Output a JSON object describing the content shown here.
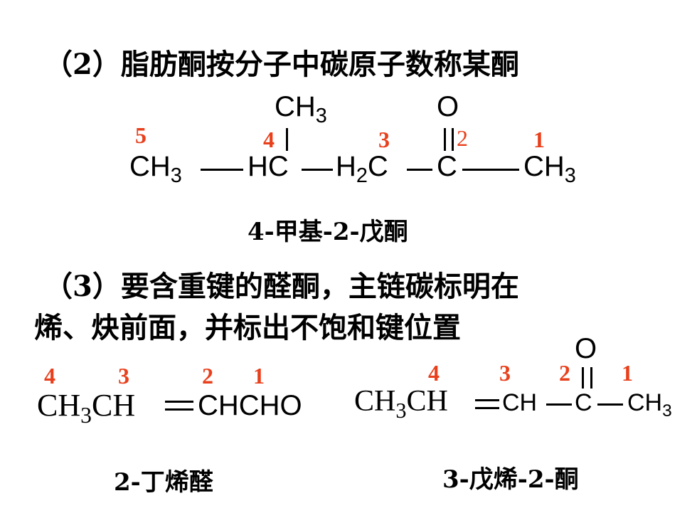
{
  "section2": {
    "heading": "（2）脂肪酮按分子中碳原子数称某酮"
  },
  "mol1": {
    "methyl_top": {
      "base": "CH",
      "sub": "3"
    },
    "carbonyl_o": "O",
    "c5": {
      "base": "CH",
      "sub": "3"
    },
    "c4": "HC",
    "c3": {
      "prefix": "H",
      "sub": "2",
      "base": "C"
    },
    "c2": "C",
    "c1": {
      "base": "CH",
      "sub": "3"
    },
    "numbers": [
      "5",
      "4",
      "3",
      "2",
      "1"
    ],
    "name": "4-甲基-2-戊酮"
  },
  "section3": {
    "line1": "（3）要含重键的醛酮，主链碳标明在",
    "line2": "烯、炔前面，并标出不饱和键位置"
  },
  "mol2": {
    "part1": {
      "base": "CH",
      "sub": "3",
      "rest": "CH"
    },
    "part2": "CHCHO",
    "numbers": [
      "4",
      "3",
      "2",
      "1"
    ],
    "name": "2-丁烯醛"
  },
  "mol3": {
    "part1": {
      "base": "CH",
      "sub": "3",
      "rest": "CH"
    },
    "ch": "CH",
    "c": "C",
    "o": "O",
    "ch3": {
      "base": "CH",
      "sub": "3"
    },
    "numbers": [
      "4",
      "3",
      "2",
      "1"
    ],
    "name": "3-戊烯-2-酮"
  },
  "colors": {
    "numbering": "#e8401c",
    "text": "#000000",
    "background": "#ffffff"
  }
}
